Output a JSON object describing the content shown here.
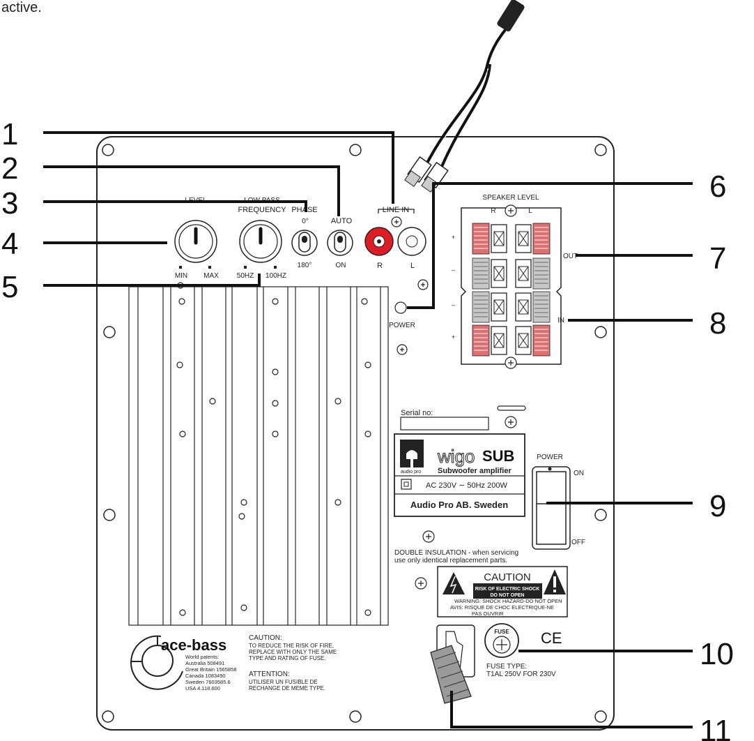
{
  "header_fragment": "active.",
  "callouts": [
    "1",
    "2",
    "3",
    "4",
    "5",
    "6",
    "7",
    "8",
    "9",
    "10",
    "11"
  ],
  "controls": {
    "level_top": "LEVEL",
    "lowpass_top": "LOW PASS",
    "frequency": "FREQUENCY",
    "phase": "PHASE",
    "auto": "AUTO",
    "line_in": "LINE IN",
    "phase_0": "0°",
    "phase_180": "180°",
    "auto_on": "ON",
    "min": "MIN",
    "max": "MAX",
    "hz50": "50HZ",
    "hz100": "100HZ",
    "r": "R",
    "l": "L",
    "power_led": "POWER"
  },
  "speaker": {
    "title": "SPEAKER LEVEL",
    "r": "R",
    "l": "L",
    "out": "OUT",
    "in": "IN",
    "plus": "+",
    "minus": "–"
  },
  "label_plate": {
    "serial": "Serial no:",
    "brand_small": "audio pro",
    "wigo": "wigo",
    "sub": "SUB",
    "sub_amp": "Subwoofer amplifier",
    "rating": "AC 230V  ∼  50Hz 200W",
    "maker": "Audio Pro AB. Sweden"
  },
  "power_switch": {
    "title": "POWER",
    "on": "ON",
    "off": "OFF"
  },
  "insulation": [
    "DOUBLE INSULATION - when servicing",
    "use only identical replacement parts."
  ],
  "caution_box": {
    "title": "CAUTION",
    "line1": "RISK OF ELECTRIC SHOCK",
    "line2": "DO NOT OPEN",
    "warn1": "WARNING: SHOCK HAZARD-DO NOT OPEN",
    "warn2": "AVIS: RISQUE DE CHOC ELECTRIQUE-NE",
    "warn3": "PAS OUVRIR"
  },
  "acebass": {
    "logo": "ace-bass",
    "patents": [
      "World patents:",
      "Australia 508491",
      "Great Britain 1565858",
      "Canada 1083490",
      "Sweden 7603585.6",
      "USA 4.118.600"
    ]
  },
  "fuse_caution": {
    "title": "CAUTION:",
    "lines": [
      "TO REDUCE THE RISK OF FIRE,",
      "REPLACE WITH ONLY THE SAME",
      "TYPE AND RATING OF FUSE."
    ],
    "title2": "ATTENTION:",
    "lines2": [
      "UTILISER UN FUSIBLE DE",
      "RECHANGE DE MEME TYPE."
    ]
  },
  "fuse": {
    "cap": "FUSE",
    "type": "FUSE TYPE:",
    "rating": "T1AL 250V FOR 230V"
  },
  "ce": "CE",
  "colors": {
    "terminal_red": "#e07070",
    "rca_red": "#e01b24",
    "ink": "#222222"
  }
}
